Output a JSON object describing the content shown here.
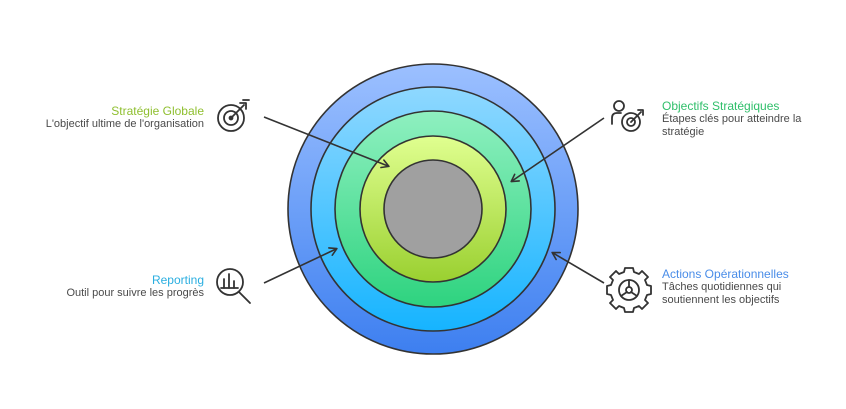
{
  "items": {
    "strategie": {
      "title": "Stratégie Globale",
      "desc": "L'objectif ultime de l'organisation",
      "color": "#8fbf2f",
      "icon": "target-arrow-icon"
    },
    "objectifs": {
      "title": "Objectifs Stratégiques",
      "desc_line1": "Étapes clés pour atteindre la",
      "desc_line2": "stratégie",
      "color": "#2fbf6a",
      "icon": "person-target-icon"
    },
    "reporting": {
      "title": "Reporting",
      "desc": "Outil pour suivre les progrès",
      "color": "#2aaee0",
      "icon": "magnifier-chart-icon"
    },
    "actions": {
      "title": "Actions Opérationnelles",
      "desc_line1": "Tâches quotidiennes qui",
      "desc_line2": "soutiennent les objectifs",
      "color": "#4a8de8",
      "icon": "gear-icon"
    }
  },
  "rings": [
    {
      "name": "actions-ring",
      "color_top": "#9cc0ff",
      "color_bottom": "#3d7ff0"
    },
    {
      "name": "reporting-ring",
      "color_top": "#8fd8ff",
      "color_bottom": "#1fb0ff"
    },
    {
      "name": "objectifs-ring",
      "color_top": "#8ff0c0",
      "color_bottom": "#2fd080"
    },
    {
      "name": "strategie-ring",
      "color_top": "#e0ff90",
      "color_bottom": "#9ad030"
    },
    {
      "name": "core",
      "color_top": "#a0a0a0",
      "color_bottom": "#a0a0a0"
    }
  ]
}
